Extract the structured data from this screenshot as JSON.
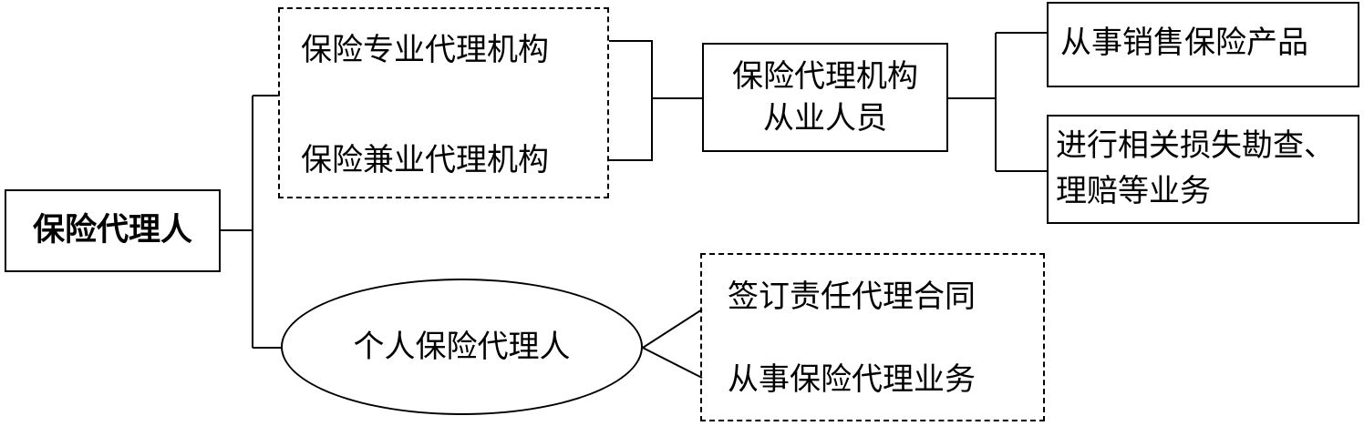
{
  "root": {
    "label": "保险代理人"
  },
  "agency_group": {
    "professional": "保险专业代理机构",
    "part_time": "保险兼业代理机构"
  },
  "agency_staff": {
    "line1": "保险代理机构",
    "line2": "从业人员"
  },
  "staff_duties": {
    "sales": "从事销售保险产品",
    "claims_line1": "进行相关损失勘查、",
    "claims_line2": "理赔等业务"
  },
  "individual_agent": {
    "label": "个人保险代理人"
  },
  "individual_duties": {
    "contract": "签订责任代理合同",
    "business": "从事保险代理业务"
  }
}
